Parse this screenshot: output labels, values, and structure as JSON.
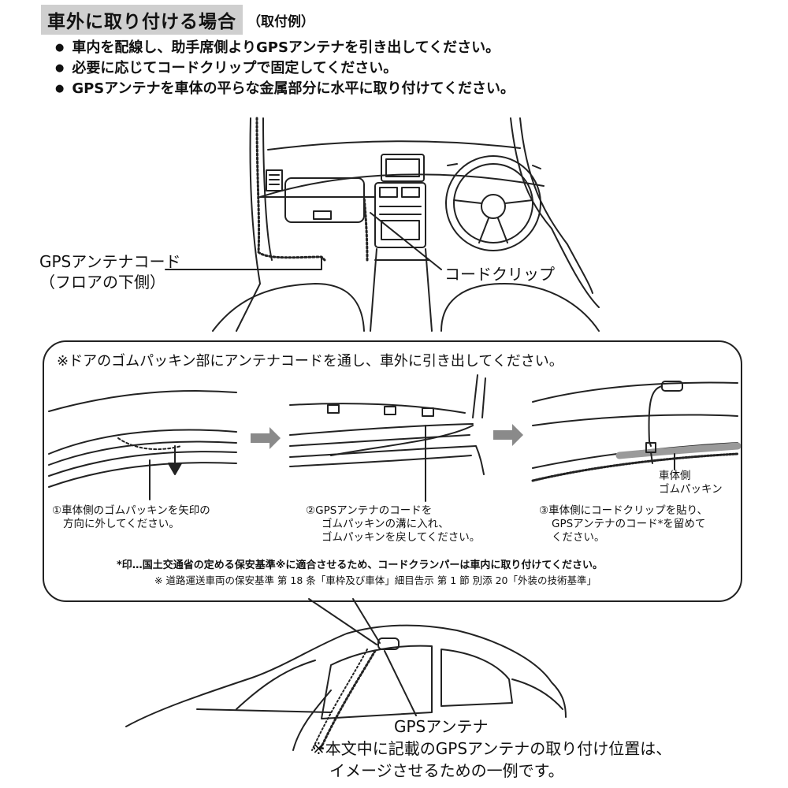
{
  "header": {
    "title": "車外に取り付ける場合",
    "subtitle": "（取付例）"
  },
  "bullets": [
    "車内を配線し、助手席側よりGPSアンテナを引き出してください。",
    "必要に応じてコードクリップで固定してください。",
    "GPSアンテナを車体の平らな金属部分に水平に取り付けてください。"
  ],
  "interior": {
    "cord_label_1": "GPSアンテナコード",
    "cord_label_2": "（フロアの下側）",
    "clip_label": "コードクリップ"
  },
  "panel": {
    "intro": "※ドアのゴムパッキン部にアンテナコードを通し、車外に引き出してください。",
    "step1": [
      "①車体側のゴムパッキンを矢印の",
      "方向に外してください。"
    ],
    "step2": [
      "②GPSアンテナのコードを",
      "ゴムパッキンの溝に入れ、",
      "ゴムパッキンを戻してください。"
    ],
    "step3": [
      "③車体側にコードクリップを貼り、",
      "GPSアンテナのコード*を留めて",
      "ください。"
    ],
    "packing_label": [
      "車体側",
      "ゴムパッキン"
    ],
    "note1": "*印…国土交通省の定める保安基準※に適合させるため、コードクランパーは車内に取り付けてください。",
    "note2": "※ 道路運送車両の保安基準 第 18 条「車枠及び車体」細目告示 第 1 節 別添 20「外装の技術基準」"
  },
  "exterior": {
    "antenna_label": "GPSアンテナ",
    "disclaimer_1": "※本文中に記載のGPSアンテナの取り付け位置は、",
    "disclaimer_2": "イメージさせるための一例です。"
  }
}
